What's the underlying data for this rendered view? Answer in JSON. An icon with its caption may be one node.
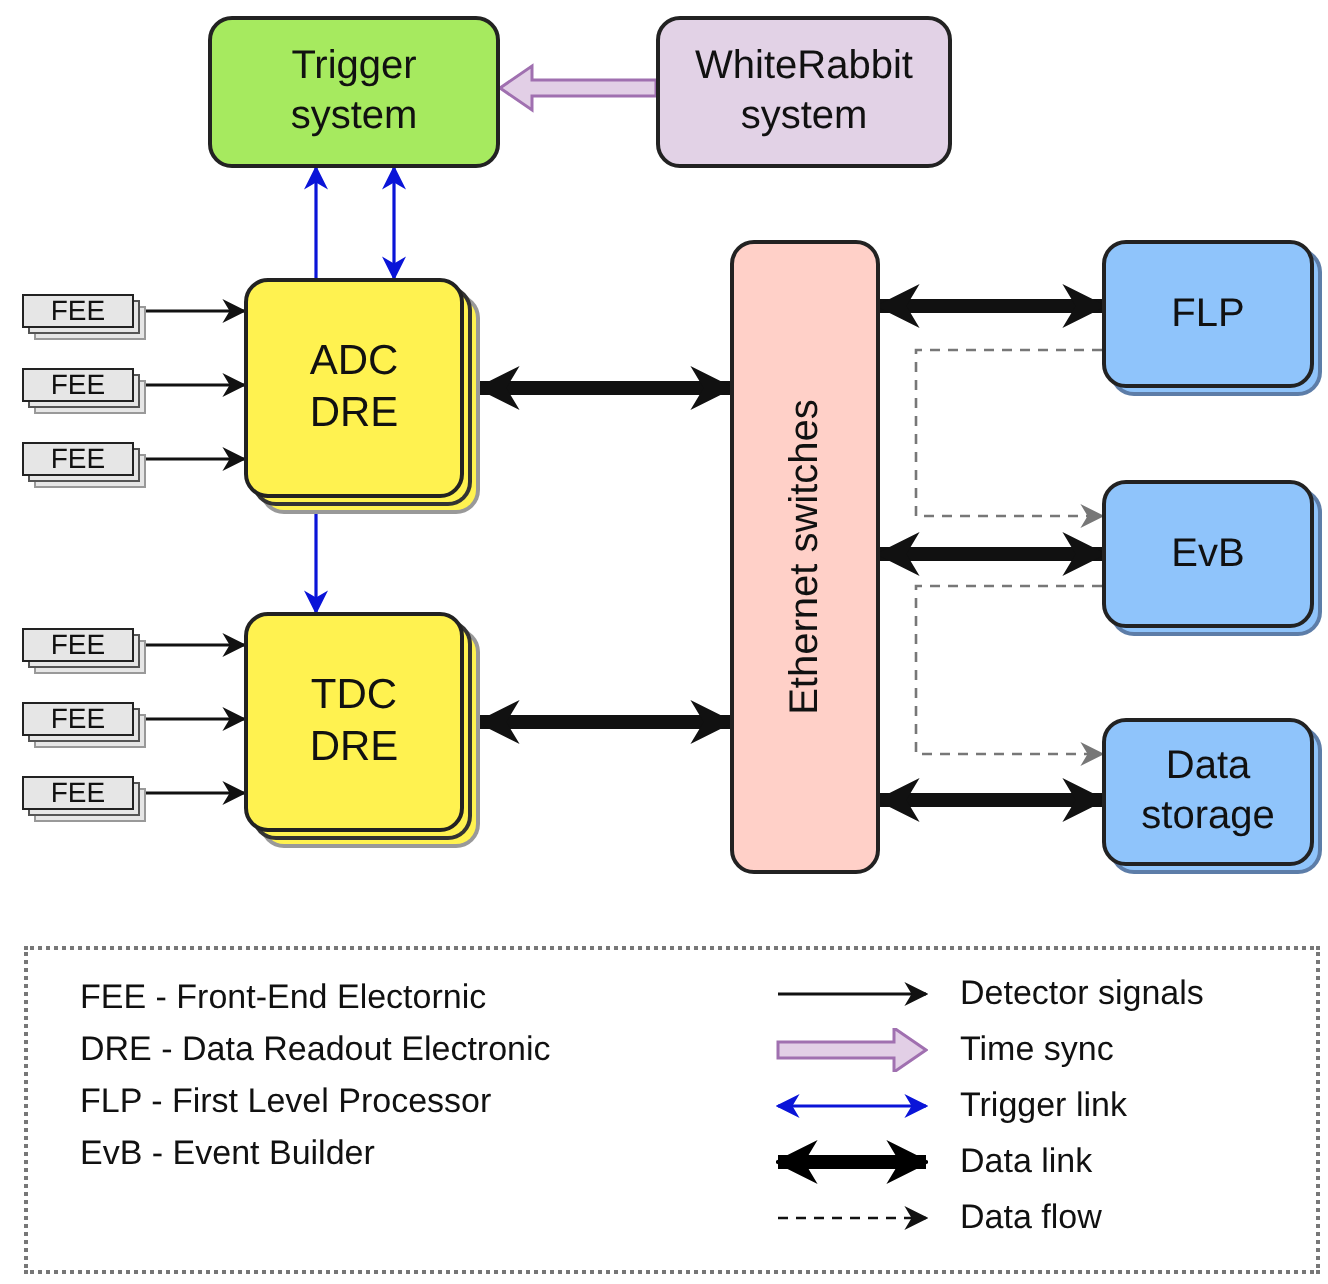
{
  "diagram": {
    "nodes": [
      {
        "text": [
          "Trigger system"
        ]
      },
      {
        "text": [
          "WhiteRabbit system"
        ]
      },
      {
        "text": [
          "ADC DRE"
        ]
      },
      {
        "text": [
          "TDC DRE"
        ]
      },
      {
        "text": [
          "Ethernet switches"
        ]
      },
      {
        "text": [
          "FLP"
        ]
      },
      {
        "text": [
          "EvB"
        ]
      },
      {
        "text": [
          "Data storage"
        ]
      },
      {
        "text": [
          "FEE"
        ]
      },
      {
        "text": [
          "FEE"
        ]
      },
      {
        "text": [
          "FEE"
        ]
      },
      {
        "text": [
          "FEE"
        ]
      },
      {
        "text": [
          "FEE"
        ]
      },
      {
        "text": [
          "FEE"
        ]
      }
    ],
    "edges": [
      {
        "from": 1,
        "to": 0,
        "arrow": "to",
        "style": "thick",
        "color": "#a070b0"
      },
      {
        "from": 2,
        "to": 0,
        "arrow": "to",
        "color": "#0a14d8"
      },
      {
        "from": 2,
        "to": 0,
        "arrow": "both",
        "color": "#0a14d8"
      },
      {
        "from": 2,
        "to": 3,
        "arrow": "to",
        "color": "#0a14d8"
      },
      {
        "from": 8,
        "to": 2,
        "arrow": "to"
      },
      {
        "from": 9,
        "to": 2,
        "arrow": "to"
      },
      {
        "from": 10,
        "to": 2,
        "arrow": "to"
      },
      {
        "from": 11,
        "to": 3,
        "arrow": "to"
      },
      {
        "from": 12,
        "to": 3,
        "arrow": "to"
      },
      {
        "from": 13,
        "to": 3,
        "arrow": "to"
      },
      {
        "from": 2,
        "to": 4,
        "arrow": "both",
        "style": "thick"
      },
      {
        "from": 3,
        "to": 4,
        "arrow": "both",
        "style": "thick"
      },
      {
        "from": 4,
        "to": 5,
        "arrow": "both",
        "style": "thick"
      },
      {
        "from": 4,
        "to": 6,
        "arrow": "both",
        "style": "thick"
      },
      {
        "from": 4,
        "to": 7,
        "arrow": "both",
        "style": "thick"
      },
      {
        "from": 5,
        "to": 6,
        "arrow": "to",
        "style": "dashed",
        "color": "#777777"
      },
      {
        "from": 6,
        "to": 7,
        "arrow": "to",
        "style": "dashed",
        "color": "#777777"
      }
    ],
    "labels": [
      "FEE - Front-End Electornic",
      "DRE - Data Readout Electronic",
      "FLP - First Level Processor",
      "EvB - Event Builder"
    ],
    "legend": [
      {
        "text": "Detector signals"
      },
      {
        "text": "Time sync"
      },
      {
        "text": "Trigger link"
      },
      {
        "text": "Data link"
      },
      {
        "text": "Data flow"
      }
    ]
  }
}
